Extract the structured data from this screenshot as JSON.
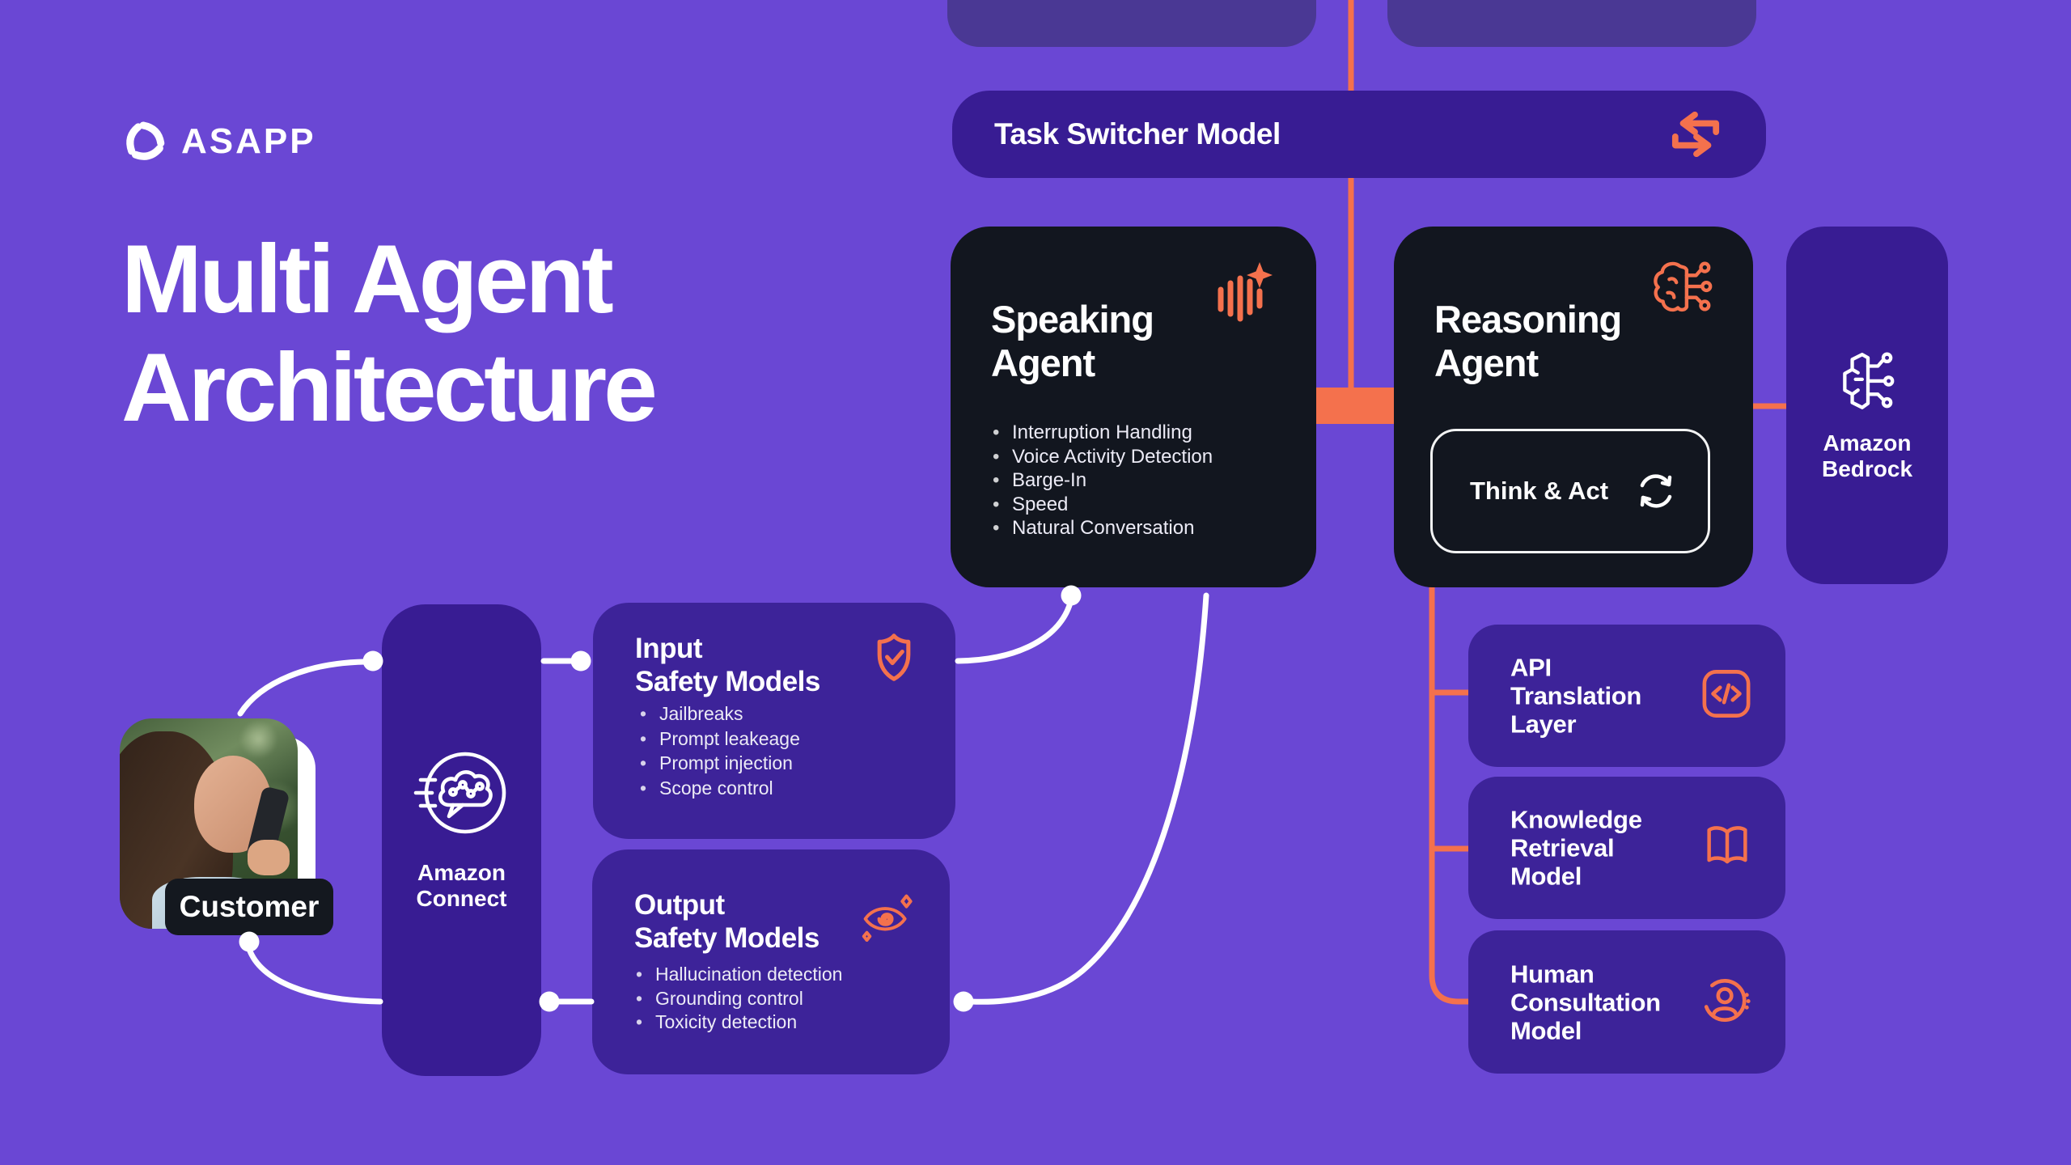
{
  "colors": {
    "background": "#6A47D4",
    "card_dark": "#12161F",
    "card_purple_deep": "#381C93",
    "card_purple": "#3D2399",
    "card_muted": "#4A3894",
    "accent_orange": "#F4714D",
    "text_white": "#FFFFFF"
  },
  "brand": {
    "logo_text": "ASAPP",
    "logo_icon": "asapp-knot-icon"
  },
  "title": {
    "line1": "Multi Agent",
    "line2": "Architecture"
  },
  "task_switcher": {
    "label": "Task Switcher Model",
    "icon": "swap-arrows-icon"
  },
  "speaking_agent": {
    "title_line1": "Speaking",
    "title_line2": "Agent",
    "icon": "waveform-sparkle-icon",
    "bullets": [
      "Interruption Handling",
      "Voice Activity Detection",
      "Barge-In",
      "Speed",
      "Natural Conversation"
    ]
  },
  "reasoning_agent": {
    "title_line1": "Reasoning",
    "title_line2": "Agent",
    "icon": "brain-circuit-icon",
    "think_act": {
      "label": "Think & Act",
      "icon": "sync-arrows-icon"
    }
  },
  "amazon_bedrock": {
    "name_line1": "Amazon",
    "name_line2": "Bedrock",
    "icon": "bedrock-brain-icon"
  },
  "amazon_connect": {
    "name_line1": "Amazon",
    "name_line2": "Connect",
    "icon": "connect-cloud-icon"
  },
  "customer": {
    "label": "Customer"
  },
  "input_safety": {
    "title_line1": "Input",
    "title_line2": "Safety Models",
    "icon": "shield-check-icon",
    "bullets": [
      "Jailbreaks",
      "Prompt leakeage",
      "Prompt injection",
      "Scope control"
    ]
  },
  "output_safety": {
    "title_line1": "Output",
    "title_line2": "Safety Models",
    "icon": "eye-spiral-icon",
    "bullets": [
      "Hallucination detection",
      "Grounding control",
      "Toxicity detection"
    ]
  },
  "sub_models": [
    {
      "line1": "API",
      "line2": "Translation",
      "line3": "Layer",
      "icon": "code-icon"
    },
    {
      "line1": "Knowledge",
      "line2": "Retrieval",
      "line3": "Model",
      "icon": "book-icon"
    },
    {
      "line1": "Human",
      "line2": "Consultation",
      "line3": "Model",
      "icon": "person-circle-icon"
    }
  ]
}
